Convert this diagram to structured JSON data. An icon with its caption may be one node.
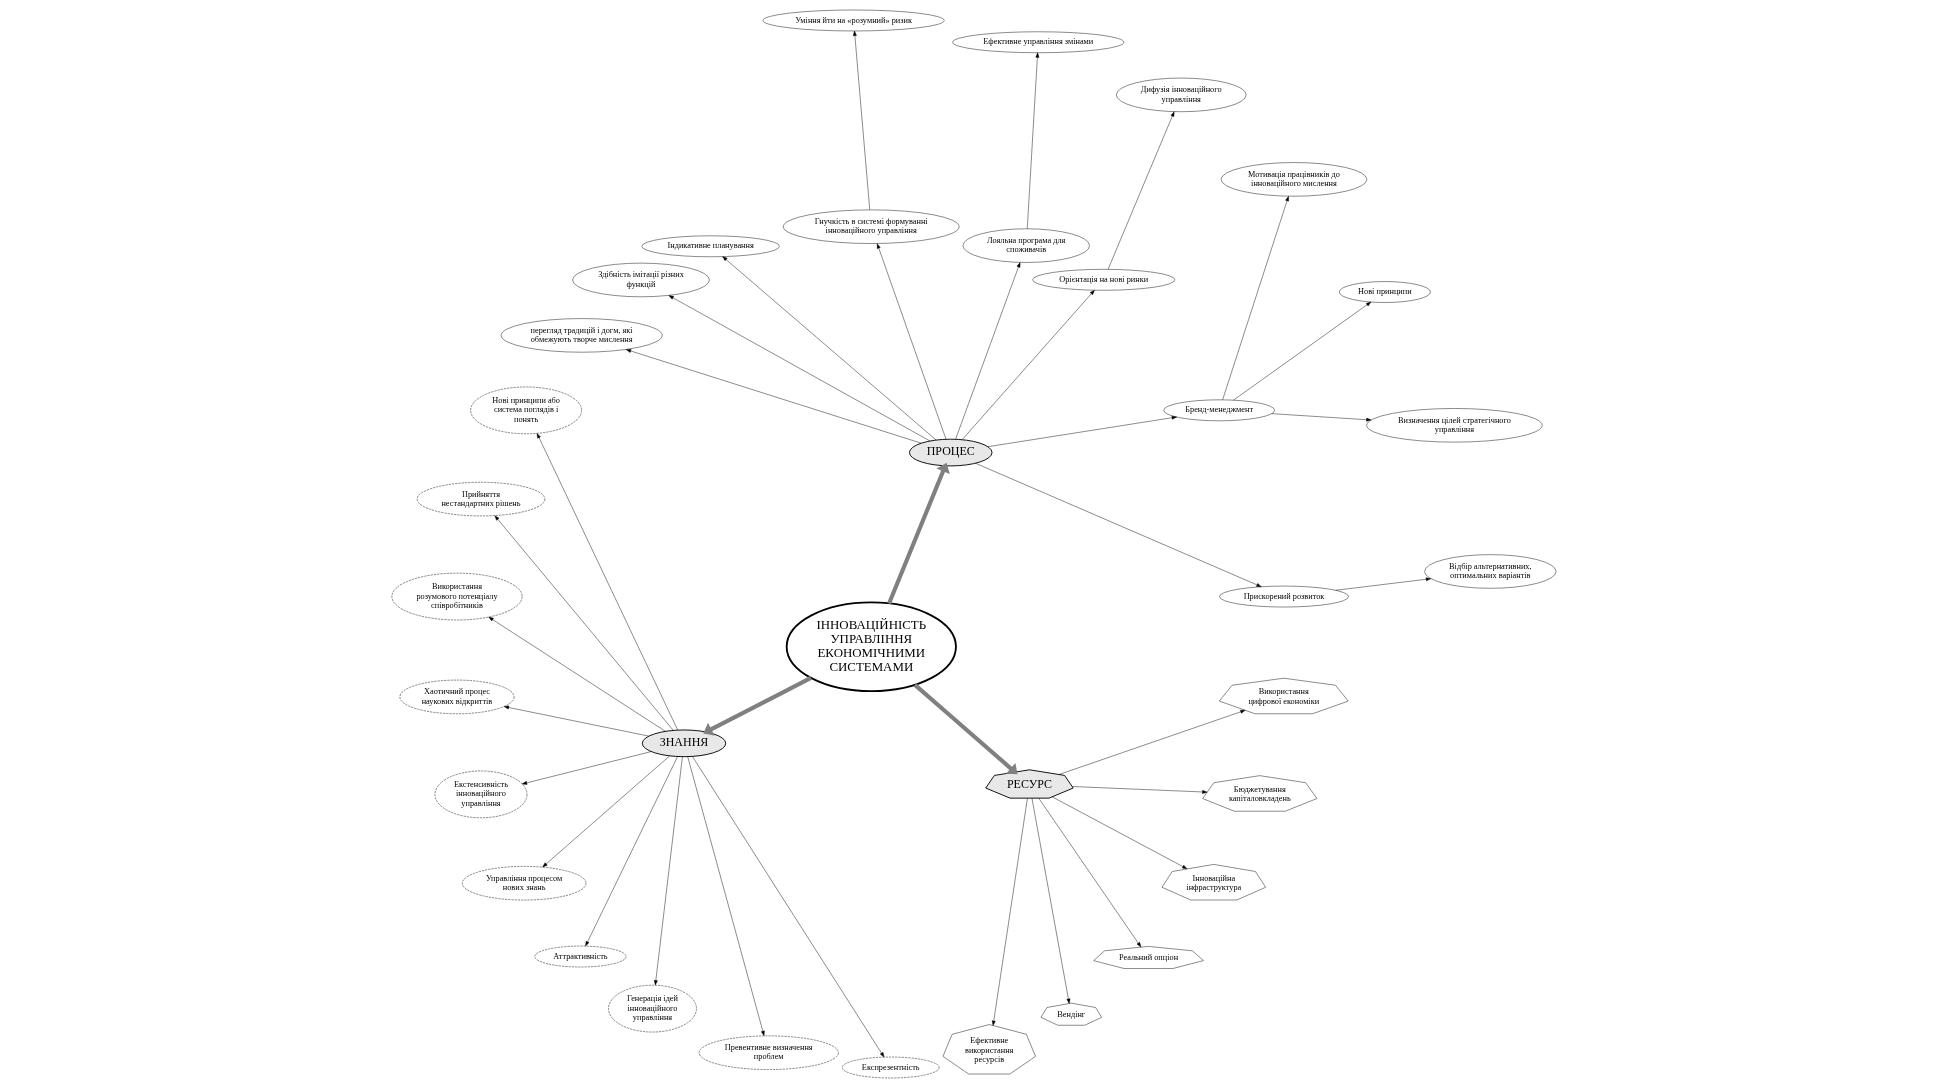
{
  "diagram": {
    "nodes": [
      {
        "text": [
          "ІННОВАЦІЙНІСТЬ УПРАВЛІННЯ ЕКОНОМІЧНИМИ СИСТЕМАМИ"
        ]
      },
      {
        "text": [
          "ПРОЦЕС"
        ]
      },
      {
        "text": [
          "ЗНАННЯ"
        ]
      },
      {
        "text": [
          "РЕСУРС"
        ]
      },
      {
        "text": [
          "Визначення цілей стратегічного управління"
        ]
      },
      {
        "text": [
          "Нові принципи"
        ]
      },
      {
        "text": [
          "Відбір альтернативних, оптимальних варіантів"
        ]
      },
      {
        "text": [
          "Мотивація працівників до інноваційного мислення"
        ]
      },
      {
        "text": [
          "Дифузія інноваційного управління"
        ]
      },
      {
        "text": [
          "Прискорений розвиток"
        ]
      },
      {
        "text": [
          "Бренд-менеджмент"
        ]
      },
      {
        "text": [
          "Ефективне управління змінами"
        ]
      },
      {
        "text": [
          "Орієнтація на нові ринки"
        ]
      },
      {
        "text": [
          "Лояльна програма для споживачів"
        ]
      },
      {
        "text": [
          "Уміння йти на «розумний» ризик"
        ]
      },
      {
        "text": [
          "Гнучкість в системі формуванні інноваційного управління"
        ]
      },
      {
        "text": [
          "Індикативне планування"
        ]
      },
      {
        "text": [
          "Здібність імітації різних функцій"
        ]
      },
      {
        "text": [
          "перегляд традицій і догм, які обмежують творче мислення"
        ]
      },
      {
        "text": [
          "Нові принципи або система поглядів і понять"
        ]
      },
      {
        "text": [
          "Прийняття нестандартних рішень"
        ]
      },
      {
        "text": [
          "Використання розумового потенціалу співробітників"
        ]
      },
      {
        "text": [
          "Хаотичний процес наукових відкриттів"
        ]
      },
      {
        "text": [
          "Екстенсивність інноваційного управління"
        ]
      },
      {
        "text": [
          "Управління процесом нових знань"
        ]
      },
      {
        "text": [
          "Аттрактивність"
        ]
      },
      {
        "text": [
          "Генерація ідей інноваційного управління"
        ]
      },
      {
        "text": [
          "Превентивне визначення проблем"
        ]
      },
      {
        "text": [
          "Експрезентність"
        ]
      },
      {
        "text": [
          "Ефективне використання ресурсів"
        ]
      },
      {
        "text": [
          "Вендінг"
        ]
      },
      {
        "text": [
          "Реальний опціон"
        ]
      },
      {
        "text": [
          "Інноваційна інфраструктура"
        ]
      },
      {
        "text": [
          "Бюджетування капіталовкладень"
        ]
      },
      {
        "text": [
          "Використання цифрової економіки"
        ]
      }
    ],
    "edges": [
      {
        "from": 0,
        "to": 1,
        "arrow": "to",
        "style": "thick",
        "color": "#808080"
      },
      {
        "from": 0,
        "to": 2,
        "arrow": "to",
        "style": "thick",
        "color": "#808080"
      },
      {
        "from": 0,
        "to": 3,
        "arrow": "to",
        "style": "thick",
        "color": "#808080"
      },
      {
        "from": 1,
        "to": 12,
        "arrow": "to"
      },
      {
        "from": 12,
        "to": 8,
        "arrow": "to"
      },
      {
        "from": 1,
        "to": 9,
        "arrow": "to"
      },
      {
        "from": 9,
        "to": 6,
        "arrow": "to"
      },
      {
        "from": 1,
        "to": 10,
        "arrow": "to"
      },
      {
        "from": 10,
        "to": 4,
        "arrow": "to"
      },
      {
        "from": 10,
        "to": 5,
        "arrow": "to"
      },
      {
        "from": 10,
        "to": 7,
        "arrow": "to"
      },
      {
        "from": 1,
        "to": 13,
        "arrow": "to"
      },
      {
        "from": 13,
        "to": 11,
        "arrow": "to"
      },
      {
        "from": 1,
        "to": 15,
        "arrow": "to"
      },
      {
        "from": 15,
        "to": 14,
        "arrow": "to"
      },
      {
        "from": 1,
        "to": 16,
        "arrow": "to"
      },
      {
        "from": 1,
        "to": 17,
        "arrow": "to"
      },
      {
        "from": 1,
        "to": 18,
        "arrow": "to"
      },
      {
        "from": 2,
        "to": 19,
        "arrow": "to"
      },
      {
        "from": 2,
        "to": 20,
        "arrow": "to"
      },
      {
        "from": 2,
        "to": 21,
        "arrow": "to"
      },
      {
        "from": 2,
        "to": 22,
        "arrow": "to"
      },
      {
        "from": 2,
        "to": 23,
        "arrow": "to"
      },
      {
        "from": 2,
        "to": 24,
        "arrow": "to"
      },
      {
        "from": 2,
        "to": 25,
        "arrow": "to"
      },
      {
        "from": 2,
        "to": 26,
        "arrow": "to"
      },
      {
        "from": 2,
        "to": 27,
        "arrow": "to"
      },
      {
        "from": 2,
        "to": 28,
        "arrow": "to"
      },
      {
        "from": 3,
        "to": 29,
        "arrow": "to"
      },
      {
        "from": 3,
        "to": 30,
        "arrow": "to"
      },
      {
        "from": 3,
        "to": 31,
        "arrow": "to"
      },
      {
        "from": 3,
        "to": 32,
        "arrow": "to"
      },
      {
        "from": 3,
        "to": 33,
        "arrow": "to"
      },
      {
        "from": 3,
        "to": 34,
        "arrow": "to"
      }
    ]
  }
}
